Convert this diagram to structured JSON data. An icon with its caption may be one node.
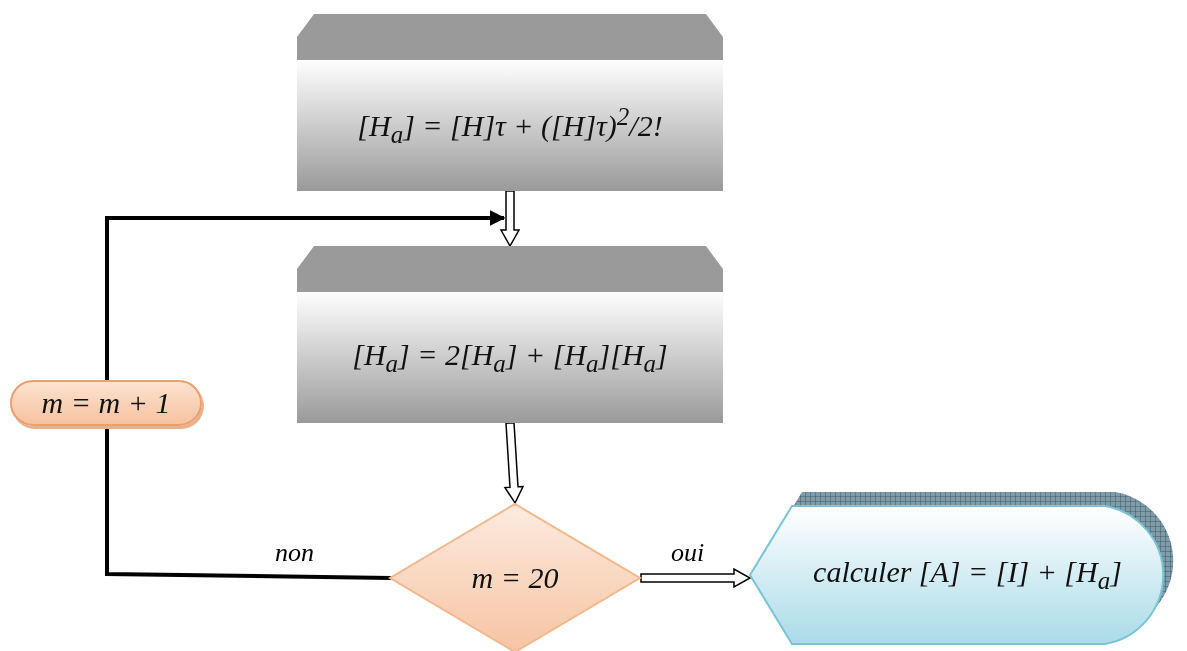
{
  "diagram": {
    "nodes": [
      {
        "text": [
          "[H$_{a}$] = [H]τ + ([H]τ)$^{2}$/2!"
        ]
      },
      {
        "text": [
          "[H$_{a}$] = 2[H$_{a}$] + [H$_{a}$][H$_{a}$]"
        ]
      },
      {
        "text": [
          "m = 20"
        ]
      },
      {
        "text": [
          "calculer [A] = [I] + [H$_{a}$]"
        ]
      },
      {
        "text": [
          "m = m + 1"
        ]
      }
    ],
    "edges": [
      {
        "from": 0,
        "to": 1,
        "arrow": "to"
      },
      {
        "from": 1,
        "to": 2,
        "arrow": "to"
      },
      {
        "from": 2,
        "to": 3,
        "arrow": "to",
        "label": "oui"
      },
      {
        "from": 2,
        "to": 4,
        "arrow": "none",
        "label": "non"
      },
      {
        "from": 4,
        "to": 1,
        "arrow": "to"
      }
    ]
  }
}
